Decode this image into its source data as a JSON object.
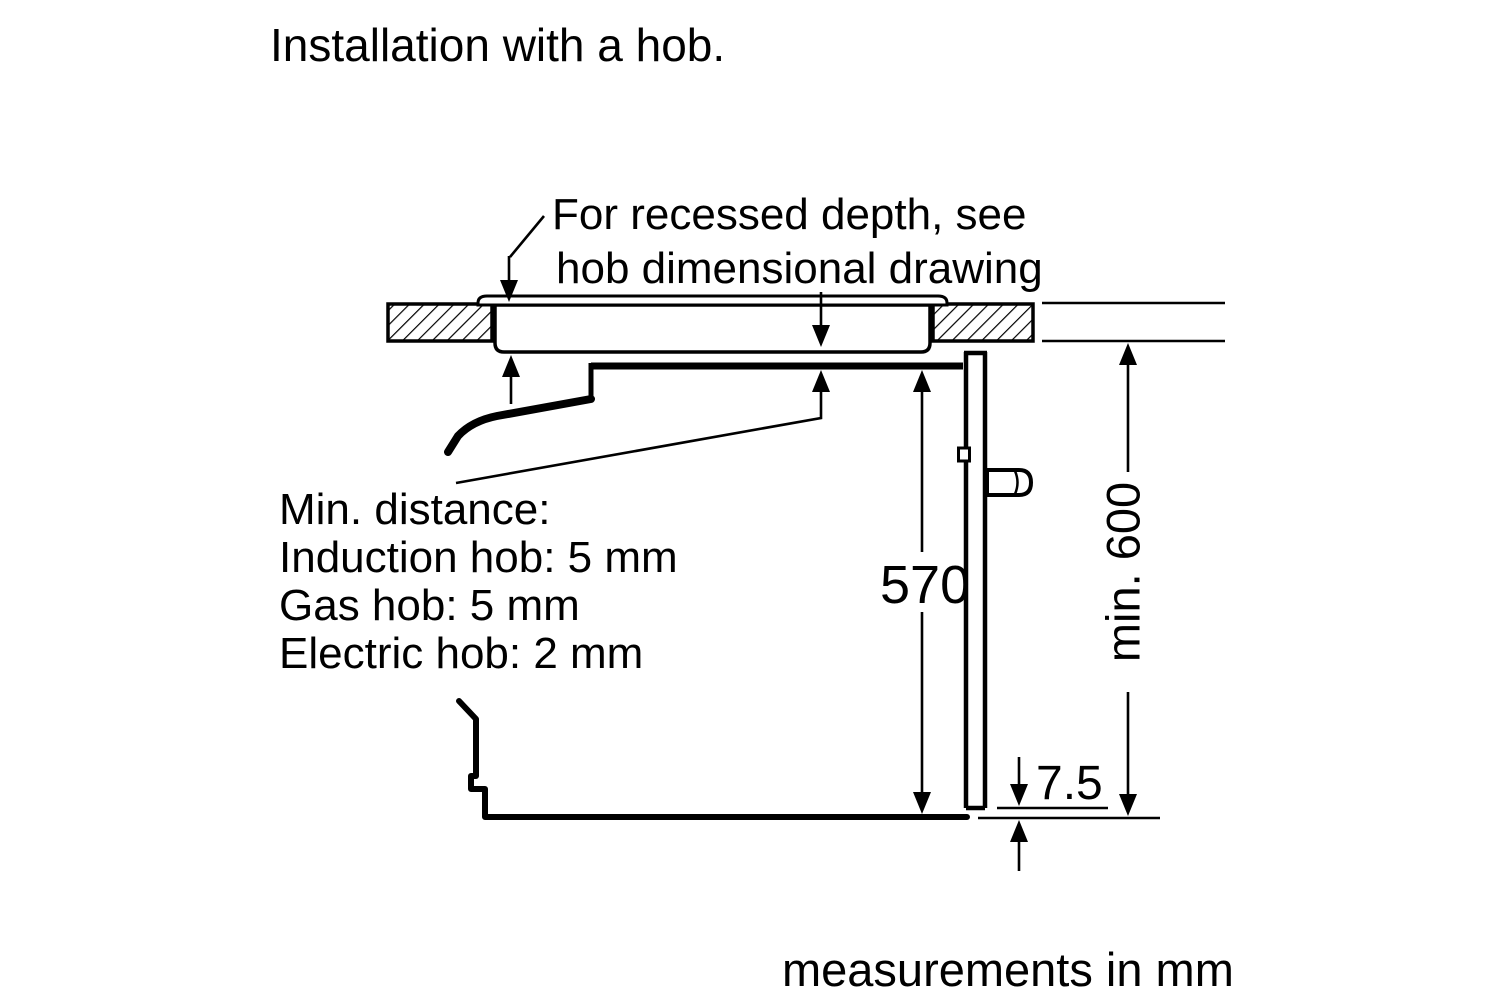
{
  "title": "Installation with a hob.",
  "notes": {
    "recessed_depth": {
      "line1": "For recessed depth, see",
      "line2": "hob dimensional drawing"
    },
    "min_distance": {
      "heading": "Min. distance:",
      "items": [
        "Induction hob: 5 mm",
        "Gas hob: 5 mm",
        "Electric hob: 2 mm"
      ]
    },
    "units": "measurements in mm"
  },
  "dimensions": {
    "oven_height_mm": "570",
    "niche_height_mm": "min. 600",
    "bottom_gap_mm": "7.5"
  },
  "colors": {
    "line": "#000000",
    "background": "#ffffff"
  }
}
